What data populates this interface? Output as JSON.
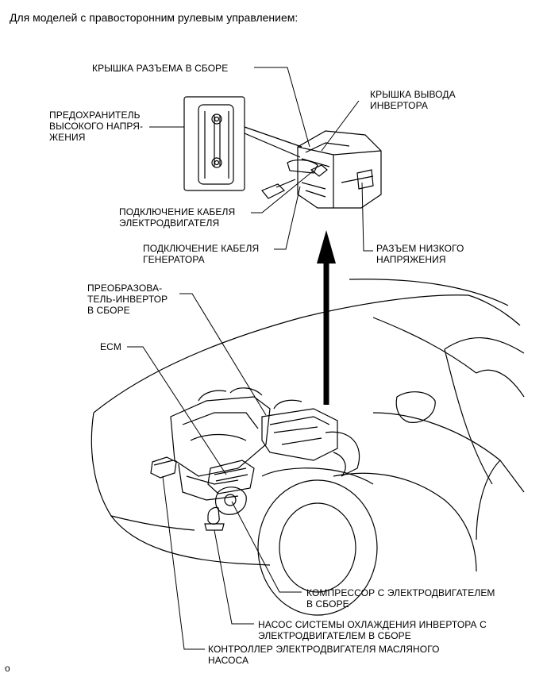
{
  "heading": "Для моделей с правосторонним рулевым управлением:",
  "labels": {
    "connector_cover": "КРЫШКА РАЗЪЕМА В СБОРЕ",
    "inverter_terminal_cover": "КРЫШКА ВЫВОДА\nИНВЕРТОРА",
    "hv_fuse": "ПРЕДОХРАНИТЕЛЬ\nВЫСОКОГО НАПРЯ-\nЖЕНИЯ",
    "motor_cable": "ПОДКЛЮЧЕНИЕ КАБЕЛЯ\nЭЛЕКТРОДВИГАТЕЛЯ",
    "generator_cable": "ПОДКЛЮЧЕНИЕ КАБЕЛЯ\nГЕНЕРАТОРА",
    "low_voltage_connector": "РАЗЪЕМ НИЗКОГО\nНАПРЯЖЕНИЯ",
    "inverter_converter": "ПРЕОБРАЗОВА-\nТЕЛЬ-ИНВЕРТОР\nВ СБОРЕ",
    "ecm": "ECM",
    "compressor": "КОМПРЕССОР С ЭЛЕКТРОДВИГАТЕЛЕМ\nВ СБОРЕ",
    "inverter_cooling_pump": "НАСОС СИСТЕМЫ ОХЛАЖДЕНИЯ ИНВЕРТОРА С\nЭЛЕКТРОДВИГАТЕЛЕМ В СБОРЕ",
    "oil_pump_controller": "КОНТРОЛЛЕР ЭЛЕКТРОДВИГАТЕЛЯ МАСЛЯНОГО\nНАСОСА"
  },
  "footer_mark": "o"
}
